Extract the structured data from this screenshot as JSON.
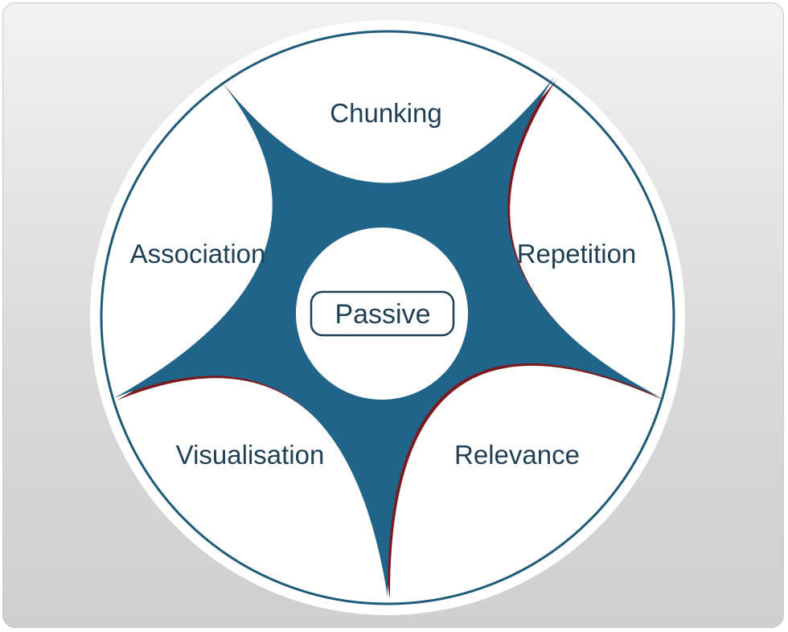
{
  "center": {
    "label": "Passive"
  },
  "segments": [
    {
      "label": "Chunking"
    },
    {
      "label": "Repetition"
    },
    {
      "label": "Relevance"
    },
    {
      "label": "Visualisation"
    },
    {
      "label": "Association"
    }
  ],
  "colors": {
    "star_fill": "#21648a",
    "star_edge": "#7a1a1e",
    "ring": "#1f5a78",
    "text": "#1f3f55",
    "background": "#e4e4e4"
  }
}
